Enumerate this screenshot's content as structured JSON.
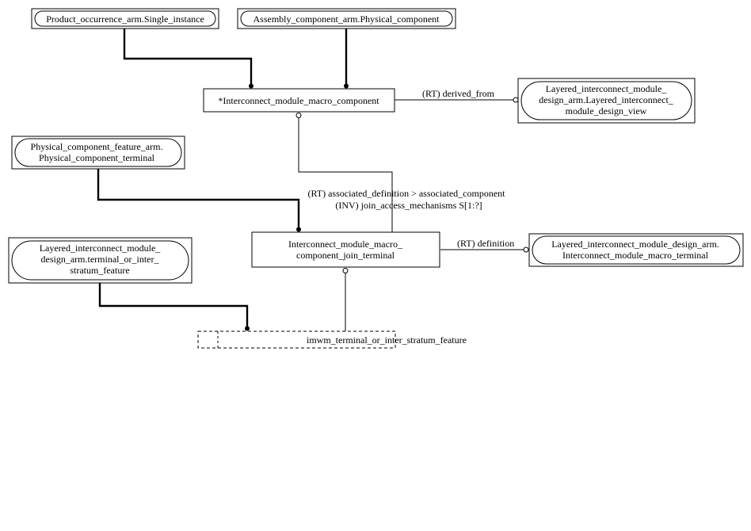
{
  "diagram": {
    "boxes": {
      "product_occurrence": {
        "lines": [
          "Product_occurrence_arm.Single_instance"
        ]
      },
      "assembly_component": {
        "lines": [
          "Assembly_component_arm.Physical_component"
        ]
      },
      "interconnect_macro_component": {
        "lines": [
          "*Interconnect_module_macro_component"
        ]
      },
      "layered_design_view": {
        "lines": [
          "Layered_interconnect_module_",
          "design_arm.Layered_interconnect_",
          "module_design_view"
        ]
      },
      "physical_component_terminal": {
        "lines": [
          "Physical_component_feature_arm.",
          "Physical_component_terminal"
        ]
      },
      "join_terminal": {
        "lines": [
          "Interconnect_module_macro_",
          "component_join_terminal"
        ]
      },
      "layered_terminal_or_inter_stratum": {
        "lines": [
          "Layered_interconnect_module_",
          "design_arm.terminal_or_inter_",
          "stratum_feature"
        ]
      },
      "macro_terminal": {
        "lines": [
          "Layered_interconnect_module_design_arm.",
          "Interconnect_module_macro_terminal"
        ]
      },
      "imwm_select": {
        "lines": [
          "imwm_terminal_or_inter_stratum_feature"
        ]
      }
    },
    "relation_labels": {
      "derived_from": "(RT) derived_from",
      "associated_definition": "(RT) associated_definition > associated_component",
      "join_access": "(INV) join_access_mechanisms S[1:?]",
      "definition": "(RT) definition"
    }
  }
}
